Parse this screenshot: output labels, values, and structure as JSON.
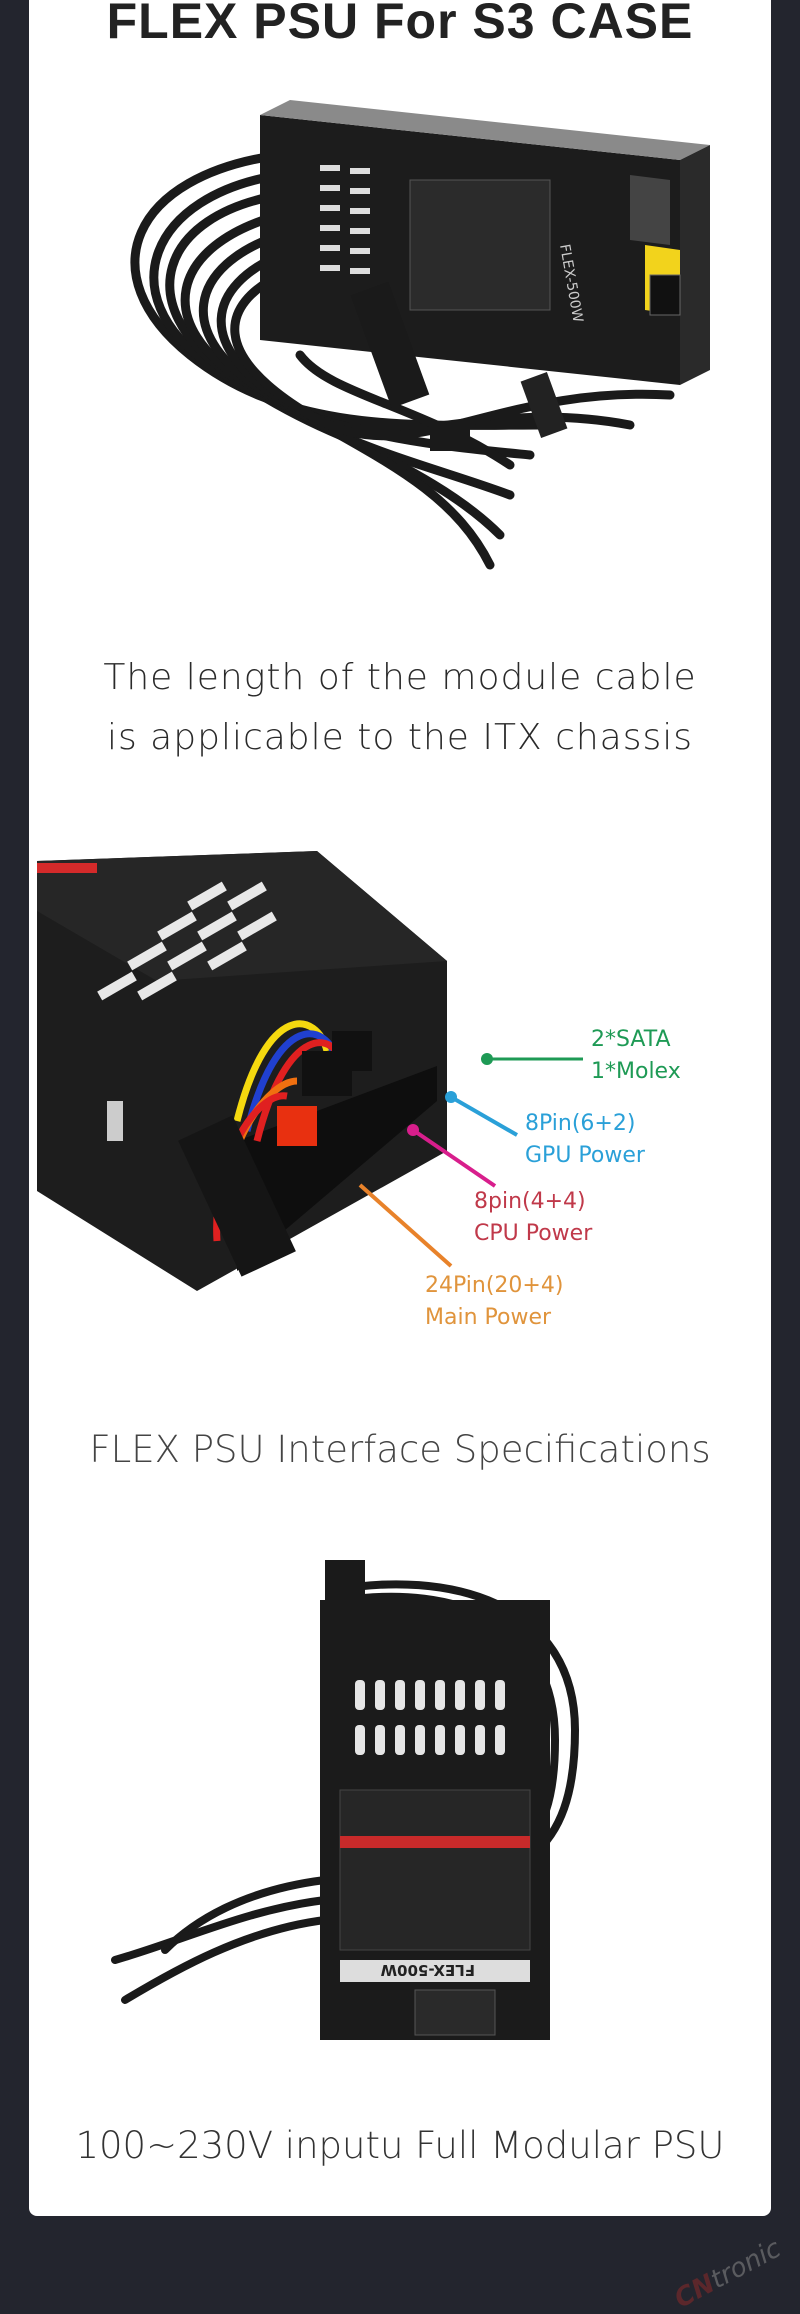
{
  "header": {
    "title": "FLEX PSU For S3 CASE"
  },
  "section1": {
    "caption_line1": "The length of the module cable",
    "caption_line2": "is applicable to the ITX chassis",
    "product_label": "FLEX-500W"
  },
  "section2": {
    "caption": "FLEX PSU Interface Specifications",
    "callouts": [
      {
        "line1": "2*SATA",
        "line2": "1*Molex",
        "color": "#1e9a55"
      },
      {
        "line1": "8Pin(6+2)",
        "line2": "GPU Power",
        "color": "#2aa0d8"
      },
      {
        "line1": "8pin(4+4)",
        "line2": "CPU Power",
        "color": "#c0394a"
      },
      {
        "line1": "24Pin(20+4)",
        "line2": "Main Power",
        "color": "#e0943c"
      }
    ],
    "line_colors": [
      "#1e9a55",
      "#2aa0d8",
      "#d81e8c",
      "#e8822a"
    ]
  },
  "section3": {
    "caption": "100~230V inputu Full Modular PSU",
    "product_label": "FLEX-500W"
  },
  "watermark": {
    "brand": "CN",
    "brand2": "tronic"
  }
}
